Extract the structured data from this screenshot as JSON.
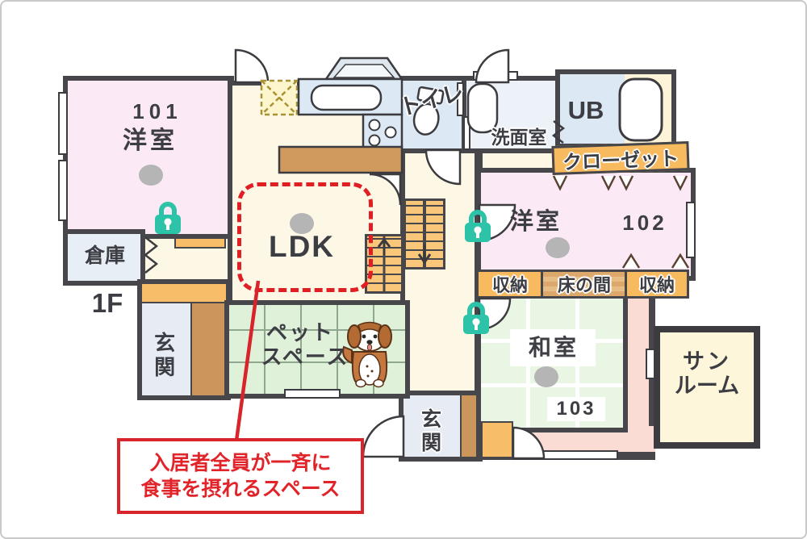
{
  "floor_label": "1F",
  "rooms": {
    "room101_number": "101",
    "room101_name": "洋室",
    "room102_number": "102",
    "room102_name": "洋室",
    "room103_number": "103",
    "room103_name": "和室",
    "ldk": "LDK",
    "storage": "倉庫",
    "entrance_left": "玄関",
    "entrance_bottom": "玄関",
    "toilet": "トイレ",
    "washroom": "洗面室",
    "unit_bath": "UB",
    "closet": "クローゼット",
    "storage_left": "収納",
    "tokonoma": "床の間",
    "storage_right": "収納",
    "pet_space_line1": "ペット",
    "pet_space_line2": "スペース",
    "sunroom_line1": "サン",
    "sunroom_line2": "ルーム"
  },
  "annotation": {
    "line1": "入居者全員が一斉に",
    "line2": "食事を摂れるスペース"
  },
  "icons": {
    "locks": "lock-icon",
    "dog": "dog-icon",
    "toilet": "toilet-icon",
    "bathtub": "bathtub-icon",
    "washbasin": "washbasin-icon",
    "kitchen": "kitchen-sink-stove-hood"
  },
  "colors": {
    "wall": "#47474b",
    "western_room_pink": "#fbe9f6",
    "wood_floor_cream": "#fdf8e6",
    "tatami_green": "#e0f1da",
    "sanitary_blue": "#dce9f5",
    "engawa_pink": "#fadcd4",
    "stairs_orange": "#f9c67a",
    "banner_orange": "#f8ba5e",
    "sunroom_cream": "#fdf6da",
    "accent_red": "#d8242b",
    "lock_teal": "#2cc3a9",
    "lamp_gray": "#b5b5b5"
  }
}
